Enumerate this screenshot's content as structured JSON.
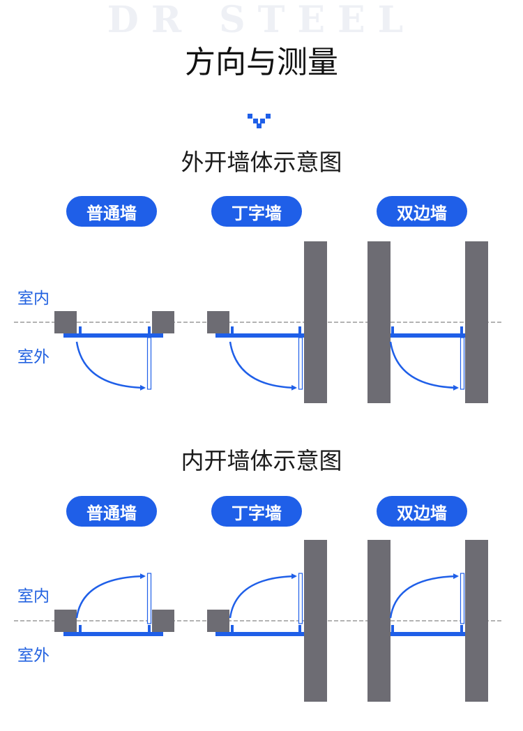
{
  "watermark": "DR STEEL",
  "title": "方向与测量",
  "colors": {
    "blue": "#1f5fe8",
    "wall": "#6d6c73",
    "dash": "#9a9a9a"
  },
  "sections": [
    {
      "title": "外开墙体示意图",
      "direction": "outward",
      "labels": {
        "inside": "室内",
        "outside": "室外"
      },
      "types": [
        "普通墙",
        "丁字墙",
        "双边墙"
      ]
    },
    {
      "title": "内开墙体示意图",
      "direction": "inward",
      "labels": {
        "inside": "室内",
        "outside": "室外"
      },
      "types": [
        "普通墙",
        "丁字墙",
        "双边墙"
      ]
    }
  ]
}
